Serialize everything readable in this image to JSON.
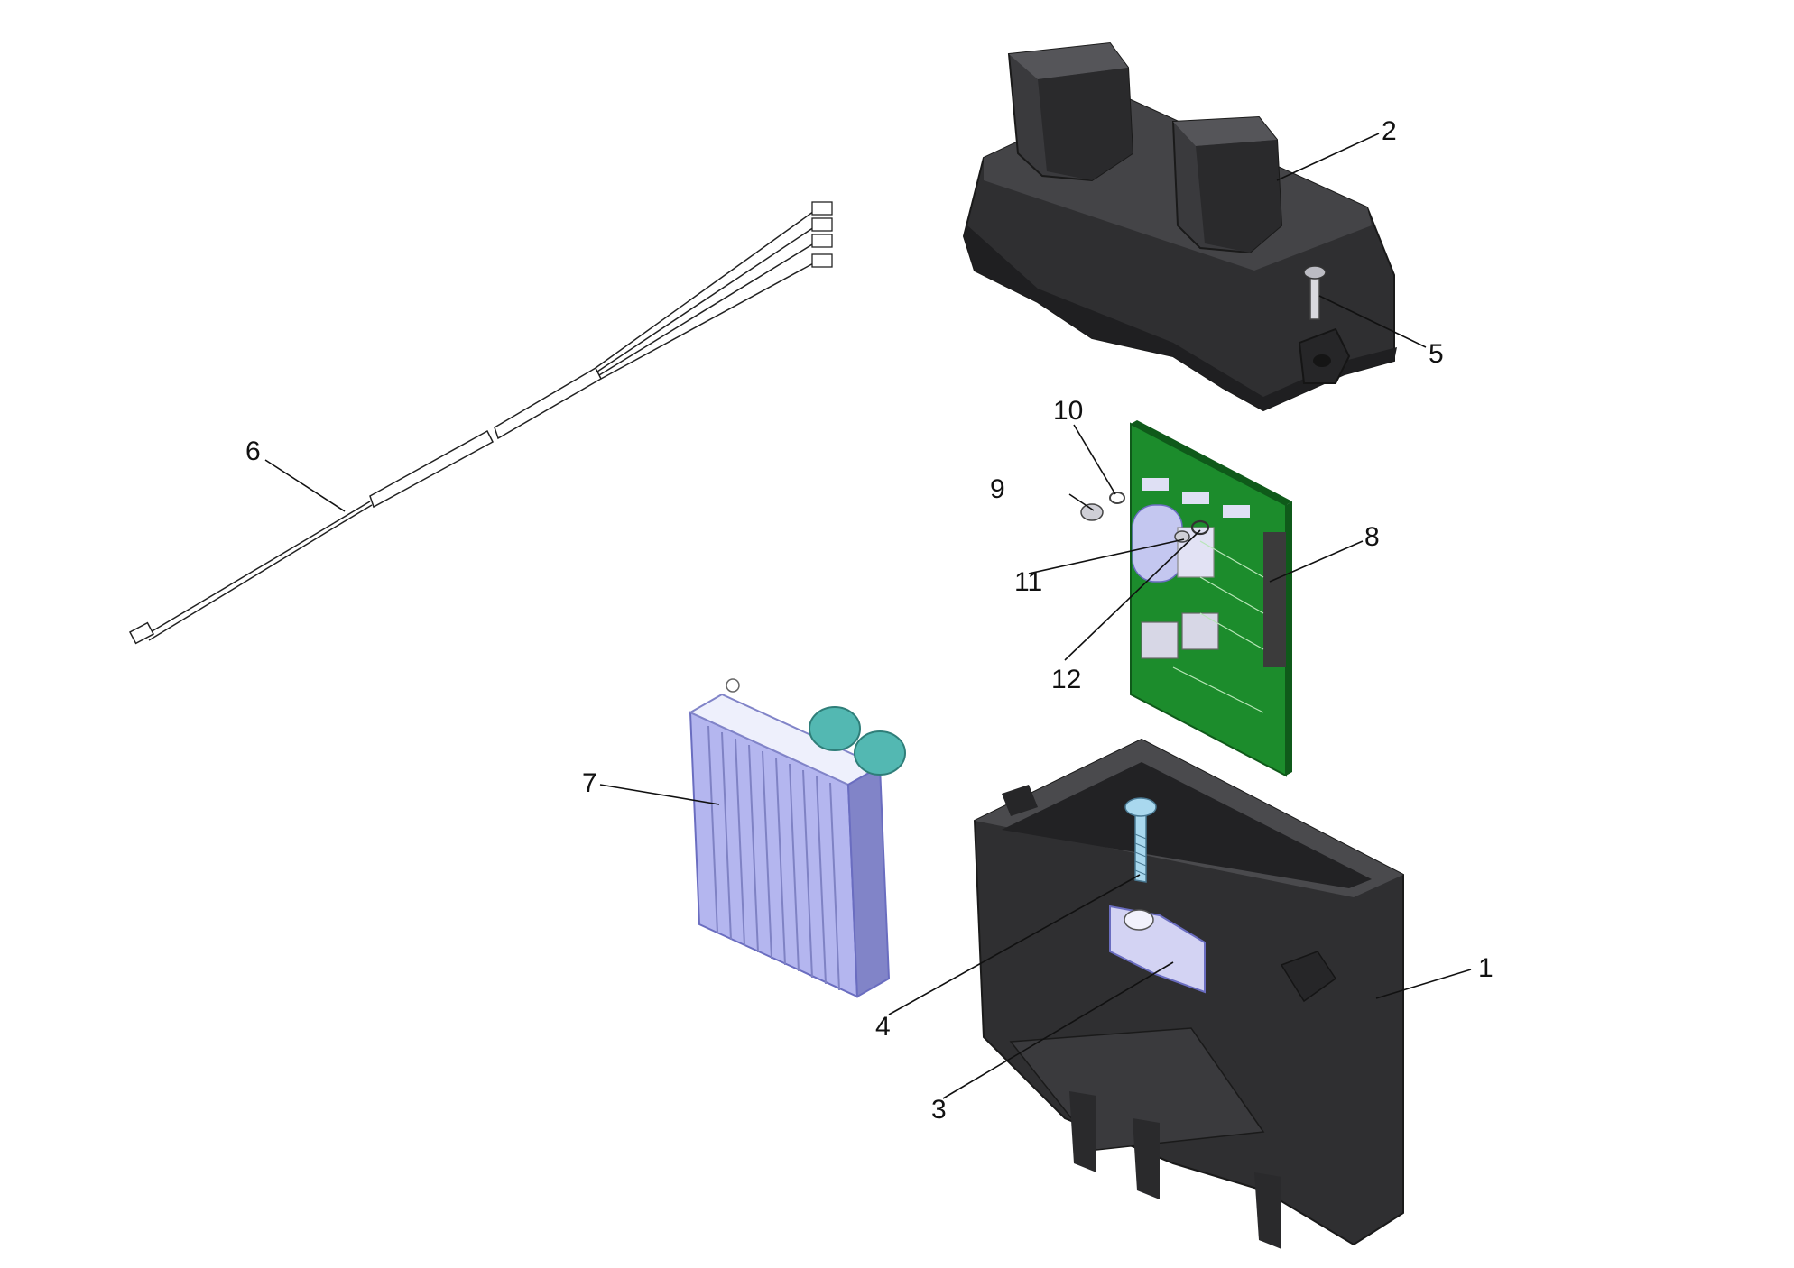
{
  "diagram": {
    "colors": {
      "housing": "#2f2f31",
      "housing_light": "#4a4a4d",
      "housing_dark": "#1f1f21",
      "pcb": "#1c8c2c",
      "pcb_dark": "#0f5a1a",
      "heatsink": "#b4b6ef",
      "heatsink_dark": "#8184c8",
      "capacitor": "#53b8b2",
      "screw": "#a9d8ee",
      "clamp": "#d3d3f3",
      "line": "#111111"
    },
    "callouts": [
      {
        "label": "1"
      },
      {
        "label": "2"
      },
      {
        "label": "3"
      },
      {
        "label": "4"
      },
      {
        "label": "5"
      },
      {
        "label": "6"
      },
      {
        "label": "7"
      },
      {
        "label": "8"
      },
      {
        "label": "9"
      },
      {
        "label": "10"
      },
      {
        "label": "11"
      },
      {
        "label": "12"
      }
    ]
  }
}
